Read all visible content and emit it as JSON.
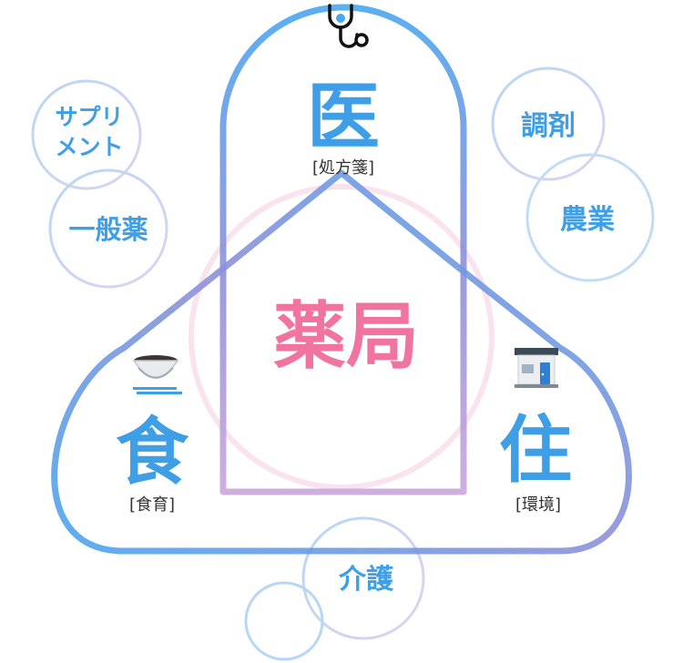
{
  "center": {
    "label": "薬局"
  },
  "nodes": {
    "medical": {
      "label": "医",
      "sub": "[処方箋]"
    },
    "food": {
      "label": "食",
      "sub": "[食育]"
    },
    "living": {
      "label": "住",
      "sub": "[環境]"
    }
  },
  "bubbles": {
    "supplement": {
      "line1": "サプリ",
      "line2": "メント"
    },
    "otc": {
      "label": "一般薬"
    },
    "dispensing": {
      "label": "調剤"
    },
    "agriculture": {
      "label": "農業"
    },
    "care": {
      "label": "介護"
    }
  },
  "icons": {
    "medical": "stethoscope-icon",
    "food": "rice-bowl-icon",
    "living": "house-icon"
  },
  "colors": {
    "blue": "#4aa6ee",
    "purple": "#8f90d8",
    "pink": "#f0749f",
    "text_blue": "#3f9fe6",
    "bubble_blue": "#bcd8f6",
    "bubble_purple": "#d5d6f2"
  }
}
